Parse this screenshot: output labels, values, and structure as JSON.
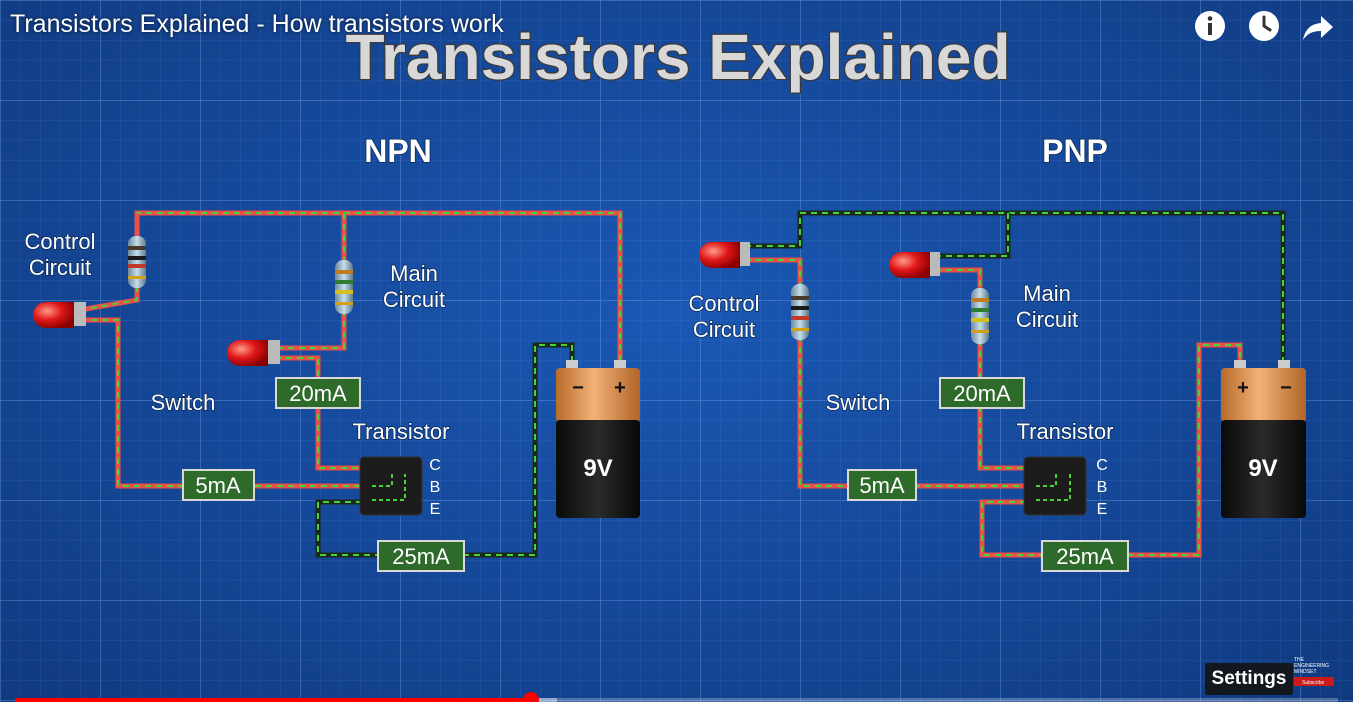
{
  "player": {
    "title": "Transistors Explained - How transistors work",
    "settings_label": "Settings",
    "progress_fraction": 0.39,
    "buffer_fraction": 0.41,
    "icons": [
      "info-icon",
      "watch-later-icon",
      "share-icon"
    ],
    "colors": {
      "progress": "#ff0000",
      "background": "#1650a8",
      "wire_red": "#e8504a",
      "wire_green": "#4ad23a",
      "label_box": "#2e6b2a"
    }
  },
  "video": {
    "heading": "Transistors Explained",
    "npn": {
      "title": "NPN",
      "control_label": [
        "Control",
        "Circuit"
      ],
      "main_label": [
        "Main",
        "Circuit"
      ],
      "switch_label": "Switch",
      "transistor_label": "Transistor",
      "pins": [
        "C",
        "B",
        "E"
      ],
      "battery_voltage": "9V",
      "battery_terminals": [
        "−",
        "+"
      ],
      "current_main": "20mA",
      "current_control": "5mA",
      "current_total": "25mA"
    },
    "pnp": {
      "title": "PNP",
      "control_label": [
        "Control",
        "Circuit"
      ],
      "main_label": [
        "Main",
        "Circuit"
      ],
      "switch_label": "Switch",
      "transistor_label": "Transistor",
      "pins": [
        "C",
        "B",
        "E"
      ],
      "battery_voltage": "9V",
      "battery_terminals": [
        "+",
        "−"
      ],
      "current_main": "20mA",
      "current_control": "5mA",
      "current_total": "25mA"
    },
    "watermark_text": [
      "THE",
      "ENGINEERING",
      "MINDSET",
      "Subscribe"
    ]
  }
}
